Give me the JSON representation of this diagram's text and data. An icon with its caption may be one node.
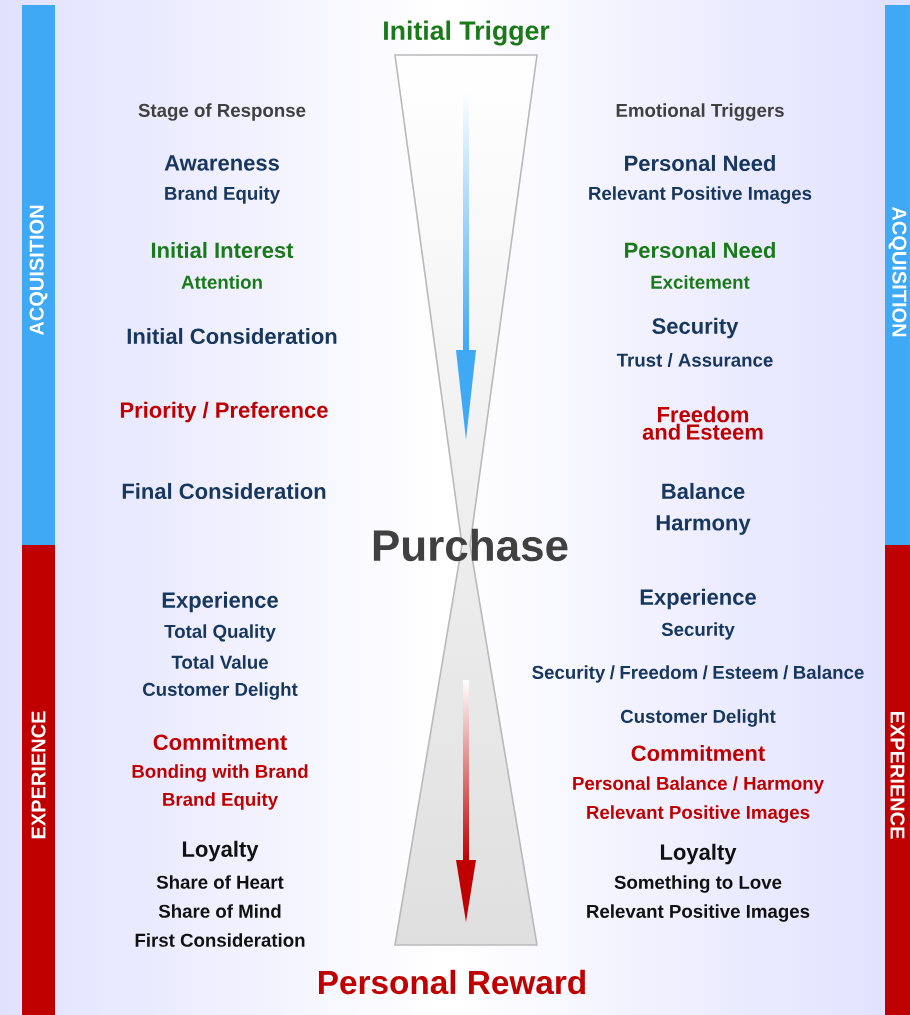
{
  "diagram": {
    "nodes": [
      {
        "text": [
          "ACQUISITION"
        ]
      },
      {
        "text": [
          "EXPERIENCE"
        ]
      },
      {
        "text": [
          "ACQUISITION"
        ]
      },
      {
        "text": [
          "EXPERIENCE"
        ]
      }
    ],
    "labels": [
      "Initial Trigger",
      "Stage of Response",
      "Emotional Triggers",
      "Awareness",
      "Brand Equity",
      "Personal Need",
      "Relevant Positive Images",
      "Initial Interest",
      "Attention",
      "Personal Need",
      "Excitement",
      "Initial Consideration",
      "Security",
      "Trust / Assurance",
      "Priority / Preference",
      "Freedom and Esteem",
      "Final Consideration",
      "Balance",
      "Harmony",
      "Purchase",
      "Experience",
      "Total Quality",
      "Total Value",
      "Customer Delight",
      "Experience",
      "Security",
      "Security / Freedom / Esteem / Balance",
      "Customer Delight",
      "Commitment",
      "Bonding with Brand",
      "Brand Equity",
      "Commitment",
      "Personal Balance / Harmony",
      "Relevant Positive Images",
      "Loyalty",
      "Share of Heart",
      "Share of Mind",
      "First Consideration",
      "Loyalty",
      "Something to Love",
      "Relevant Positive Images",
      "Personal Reward"
    ]
  }
}
